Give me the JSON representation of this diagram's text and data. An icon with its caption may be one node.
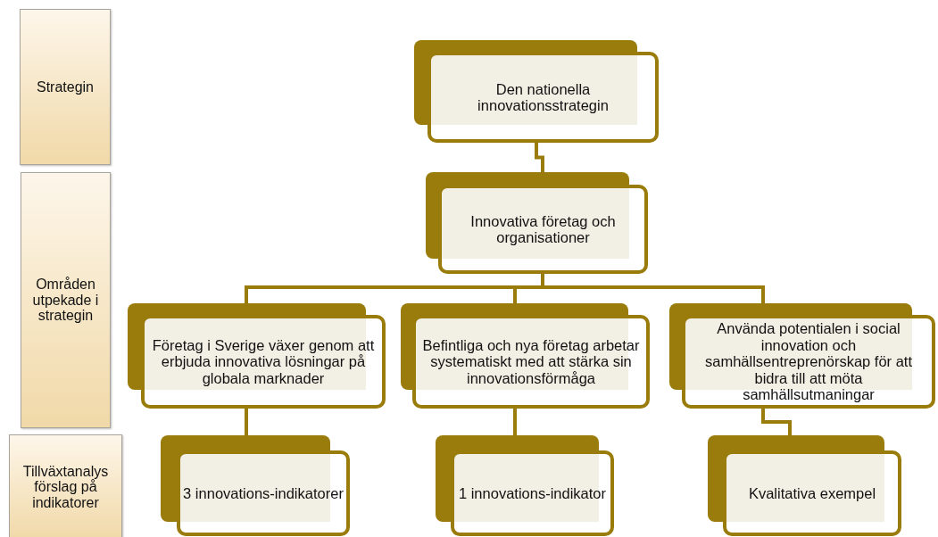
{
  "diagram": {
    "nodes": [
      {
        "text": [
          "Strategin"
        ]
      },
      {
        "text": [
          "Områden utpekade i strategin"
        ]
      },
      {
        "text": [
          "Tillväxtanalys förslag på indikatorer"
        ]
      },
      {
        "text": [
          "Den nationella innovationsstrategin"
        ]
      },
      {
        "text": [
          "Innovativa företag och organisationer"
        ]
      },
      {
        "text": [
          "Företag i Sverige växer genom att erbjuda innovativa lösningar på globala marknader"
        ]
      },
      {
        "text": [
          "Befintliga och nya företag arbetar systematiskt med att stärka sin innovationsförmåga"
        ]
      },
      {
        "text": [
          "Använda potentialen i social innovation och samhällsentreprenörskap för att bidra till att möta samhällsutmaningar"
        ]
      },
      {
        "text": [
          "3 innovations-indikatorer"
        ]
      },
      {
        "text": [
          "1 innovations-indikator"
        ]
      },
      {
        "text": [
          "Kvalitativa exempel"
        ]
      }
    ],
    "edges": [
      {
        "from": 3,
        "to": 4,
        "arrow": "none"
      },
      {
        "from": 4,
        "to": 5,
        "arrow": "none"
      },
      {
        "from": 4,
        "to": 6,
        "arrow": "none"
      },
      {
        "from": 4,
        "to": 7,
        "arrow": "none"
      },
      {
        "from": 5,
        "to": 8,
        "arrow": "none"
      },
      {
        "from": 6,
        "to": 9,
        "arrow": "none"
      },
      {
        "from": 7,
        "to": 10,
        "arrow": "none"
      }
    ]
  }
}
